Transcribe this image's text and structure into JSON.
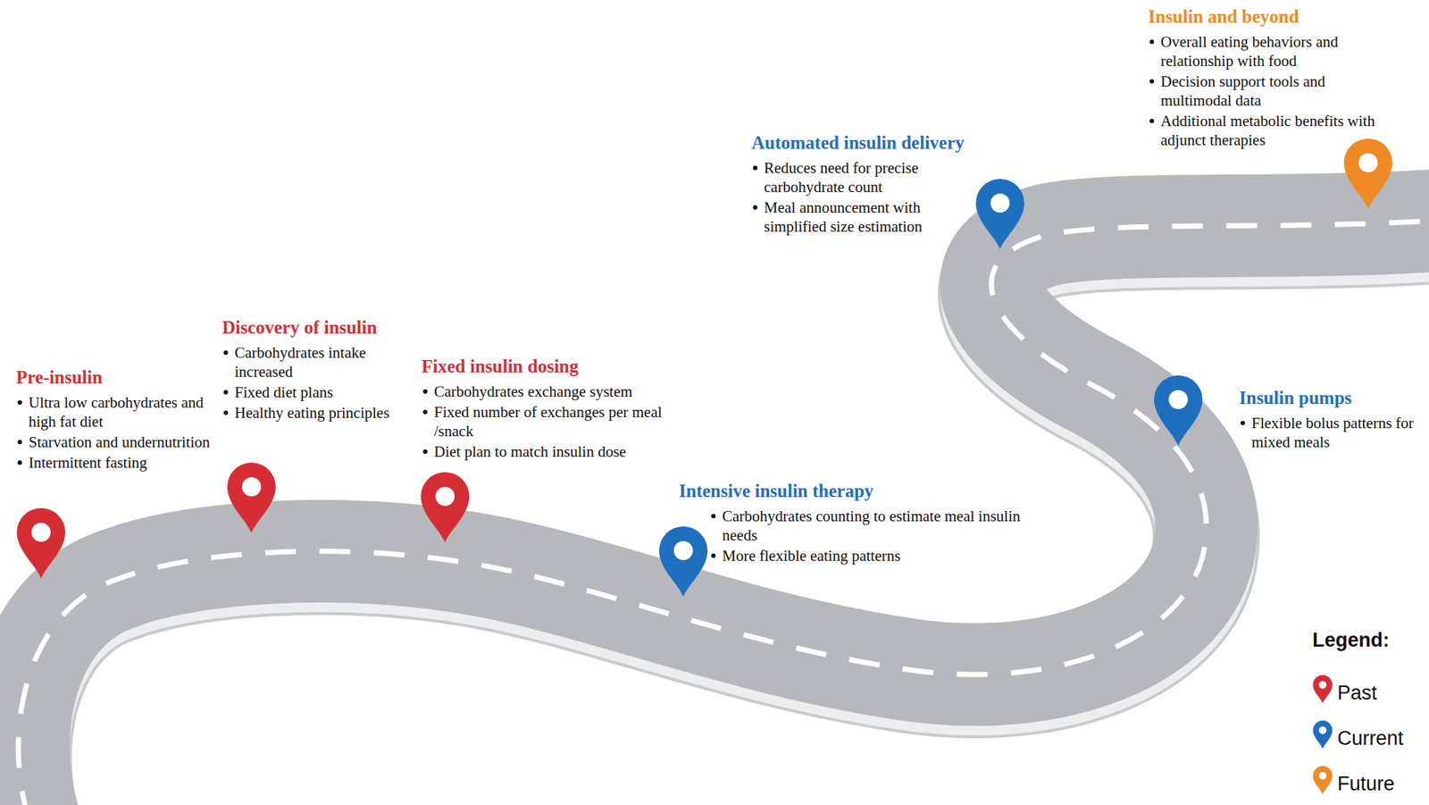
{
  "diagram": {
    "nodes": [
      {
        "text": [
          "Pre-insulin",
          "Ultra low carbohydrates and high fat diet",
          "Starvation and undernutrition",
          "Intermittent fasting"
        ]
      },
      {
        "text": [
          "Discovery of insulin",
          "Carbohydrates intake increased",
          "Fixed diet plans",
          "Healthy eating principles"
        ]
      },
      {
        "text": [
          "Fixed insulin dosing",
          "Carbohydrates exchange system",
          "Fixed number of exchanges per meal /snack",
          "Diet plan to match insulin dose"
        ]
      },
      {
        "text": [
          "Intensive insulin therapy",
          "Carbohydrates counting to estimate meal insulin needs",
          "More flexible eating patterns"
        ]
      },
      {
        "text": [
          "Automated insulin delivery",
          "Reduces need for precise carbohydrate count",
          "Meal announcement with simplified size estimation"
        ]
      },
      {
        "text": [
          "Insulin pumps",
          "Flexible bolus patterns for mixed meals"
        ]
      },
      {
        "text": [
          "Insulin and beyond",
          "Overall eating behaviors and relationship with food",
          "Decision support tools and multimodal data",
          "Additional metabolic benefits with adjunct therapies"
        ]
      }
    ],
    "labels": [
      "Legend:"
    ],
    "legend": [
      {
        "text": "Past",
        "color": "#d42e34"
      },
      {
        "text": "Current",
        "color": "#1f6fbf"
      },
      {
        "text": "Future",
        "color": "#f08a24"
      }
    ]
  }
}
